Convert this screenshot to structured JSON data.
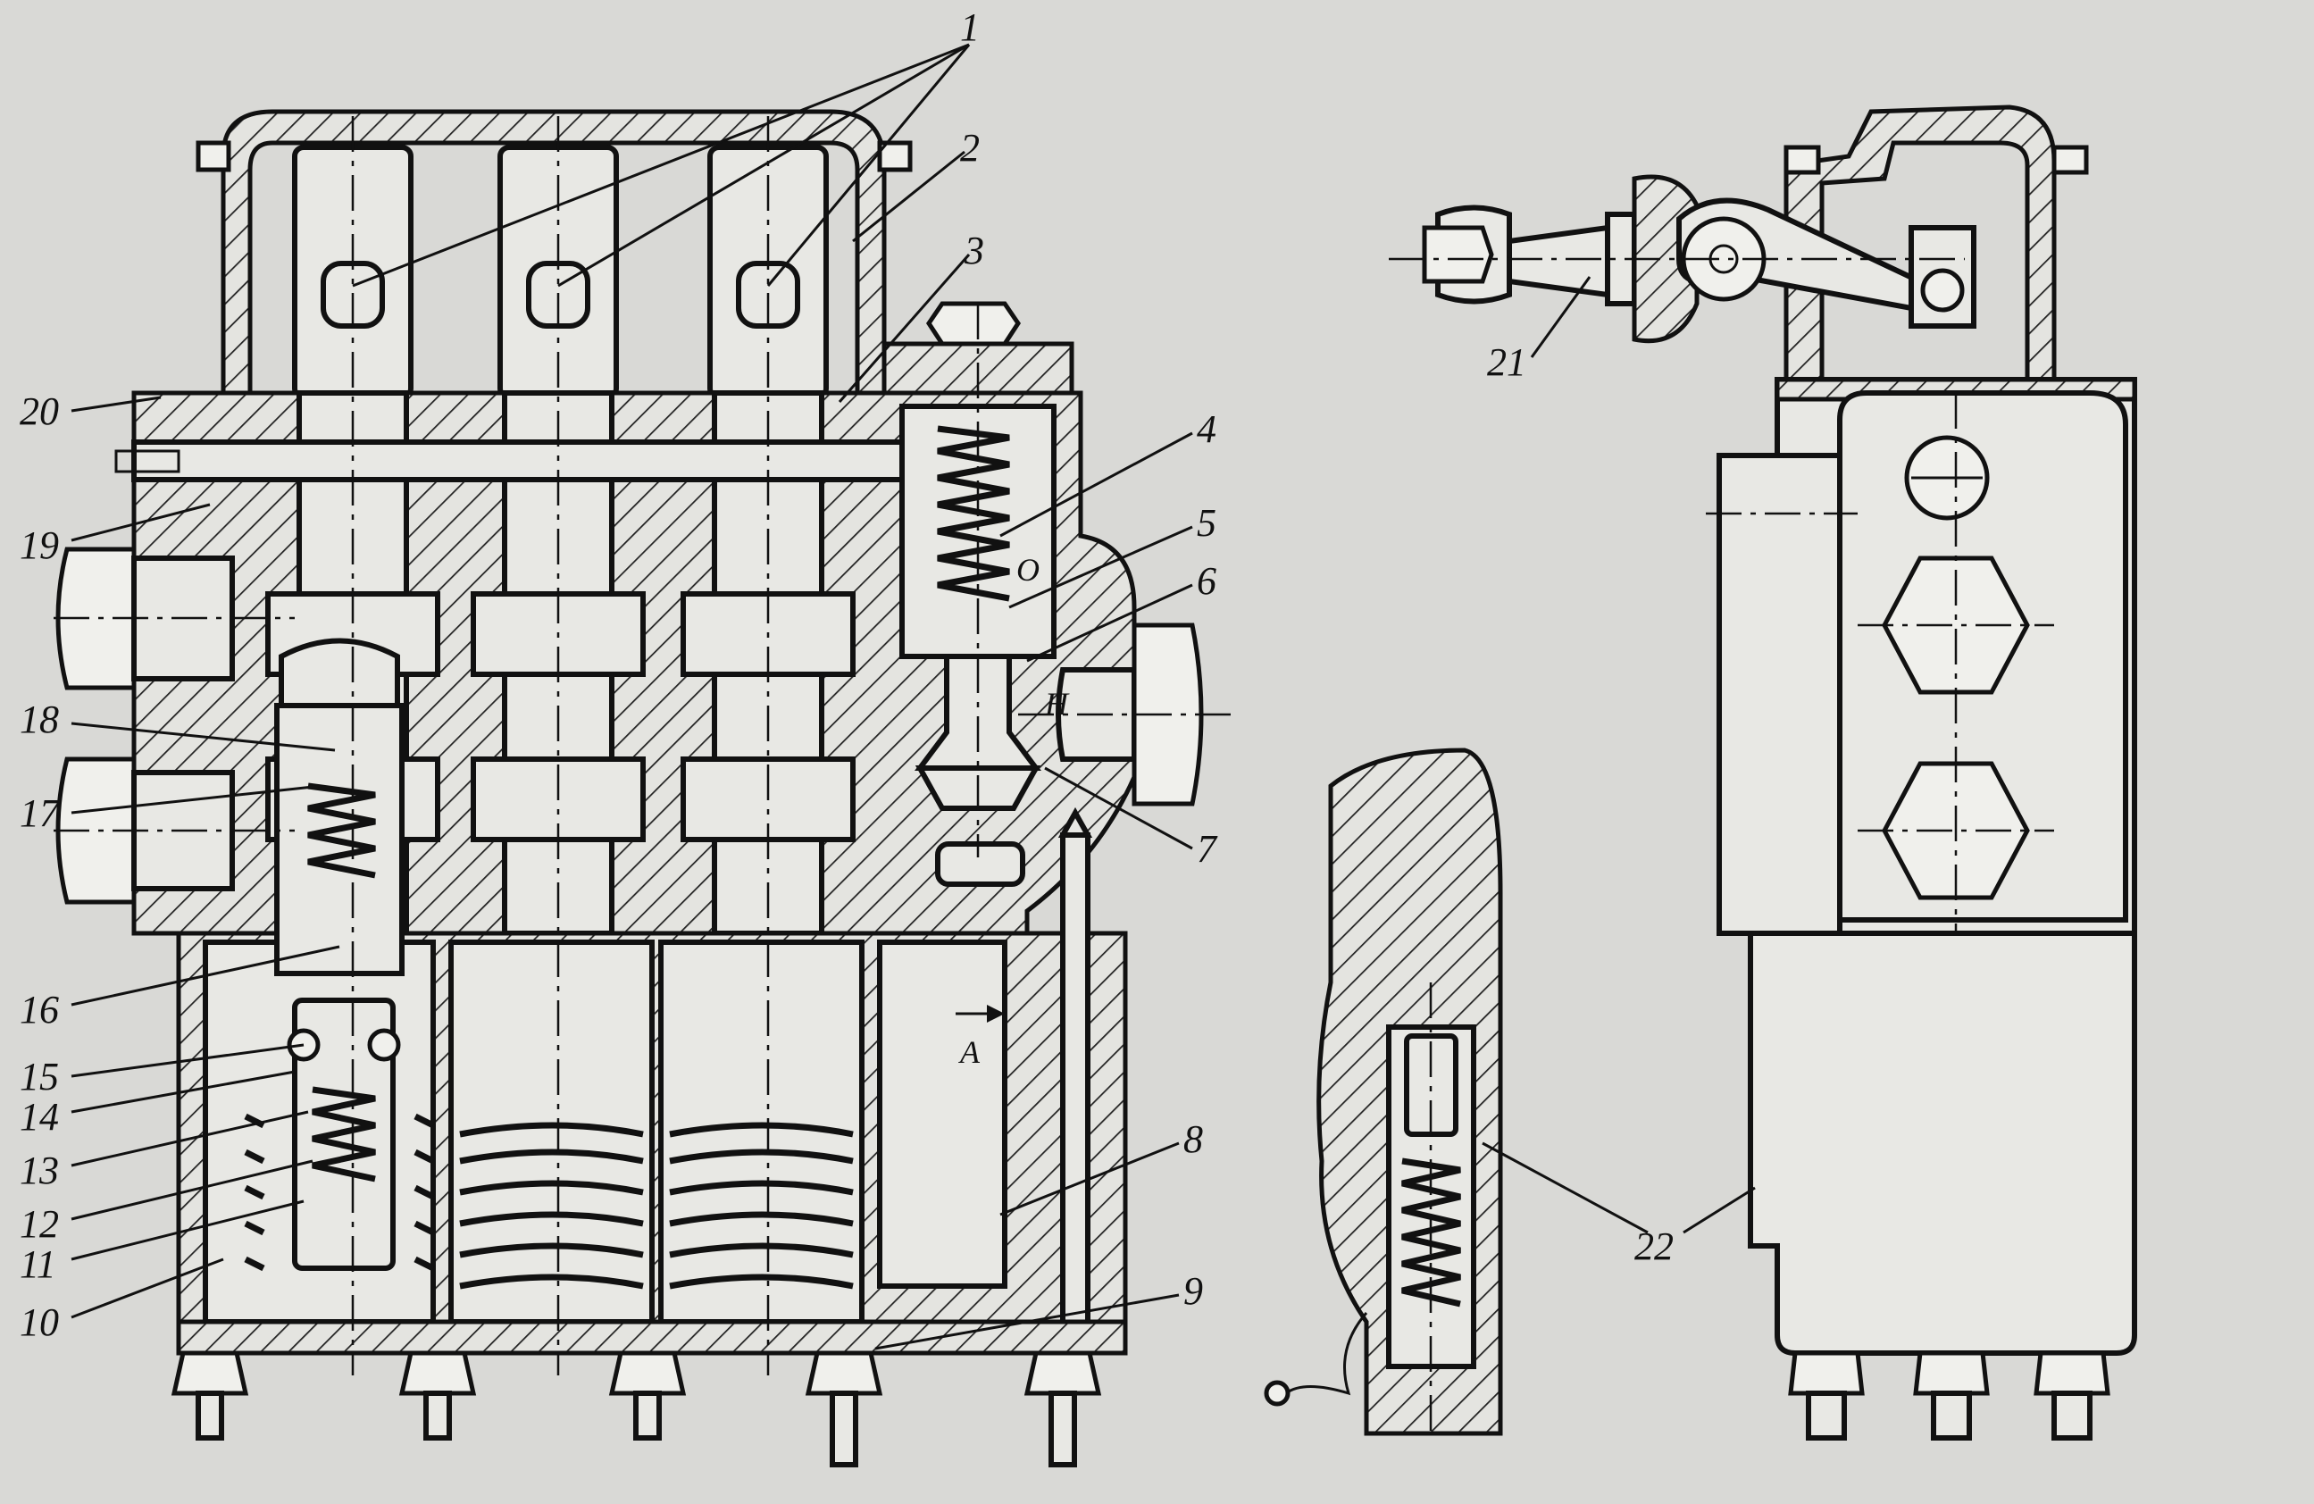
{
  "figure": {
    "callouts": [
      {
        "id": "c1",
        "text": "1"
      },
      {
        "id": "c2",
        "text": "2"
      },
      {
        "id": "c3",
        "text": "3"
      },
      {
        "id": "c4",
        "text": "4"
      },
      {
        "id": "c5",
        "text": "5"
      },
      {
        "id": "c6",
        "text": "6"
      },
      {
        "id": "c7",
        "text": "7"
      },
      {
        "id": "c8",
        "text": "8"
      },
      {
        "id": "c9",
        "text": "9"
      },
      {
        "id": "c10",
        "text": "10"
      },
      {
        "id": "c11",
        "text": "11"
      },
      {
        "id": "c12",
        "text": "12"
      },
      {
        "id": "c13",
        "text": "13"
      },
      {
        "id": "c14",
        "text": "14"
      },
      {
        "id": "c15",
        "text": "15"
      },
      {
        "id": "c16",
        "text": "16"
      },
      {
        "id": "c17",
        "text": "17"
      },
      {
        "id": "c18",
        "text": "18"
      },
      {
        "id": "c19",
        "text": "19"
      },
      {
        "id": "c20",
        "text": "20"
      },
      {
        "id": "c21",
        "text": "21"
      },
      {
        "id": "c22",
        "text": "22"
      }
    ],
    "letters": {
      "H": "H",
      "O": "O",
      "A": "A"
    }
  },
  "colors": {
    "paper": "#d9d9d6",
    "ink": "#111111",
    "part_fill": "#e8e8e4"
  }
}
